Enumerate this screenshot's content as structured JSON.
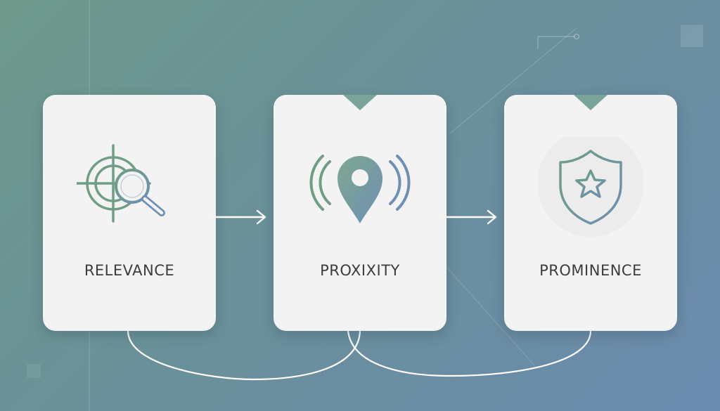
{
  "steps": [
    {
      "label": "RELEVANCE",
      "icon": "target-magnifier-icon"
    },
    {
      "label": "PROXIXITY",
      "icon": "location-pin-signal-icon"
    },
    {
      "label": "PROMINENCE",
      "icon": "shield-star-icon"
    }
  ],
  "colors": {
    "background_start": "#6f9a8c",
    "background_end": "#6b8bb0",
    "card": "#f3f3f3",
    "label": "#3a3d40",
    "icon_green": "#6f9e84",
    "icon_blue": "#6f8fb3",
    "connector": "#ffffff"
  }
}
